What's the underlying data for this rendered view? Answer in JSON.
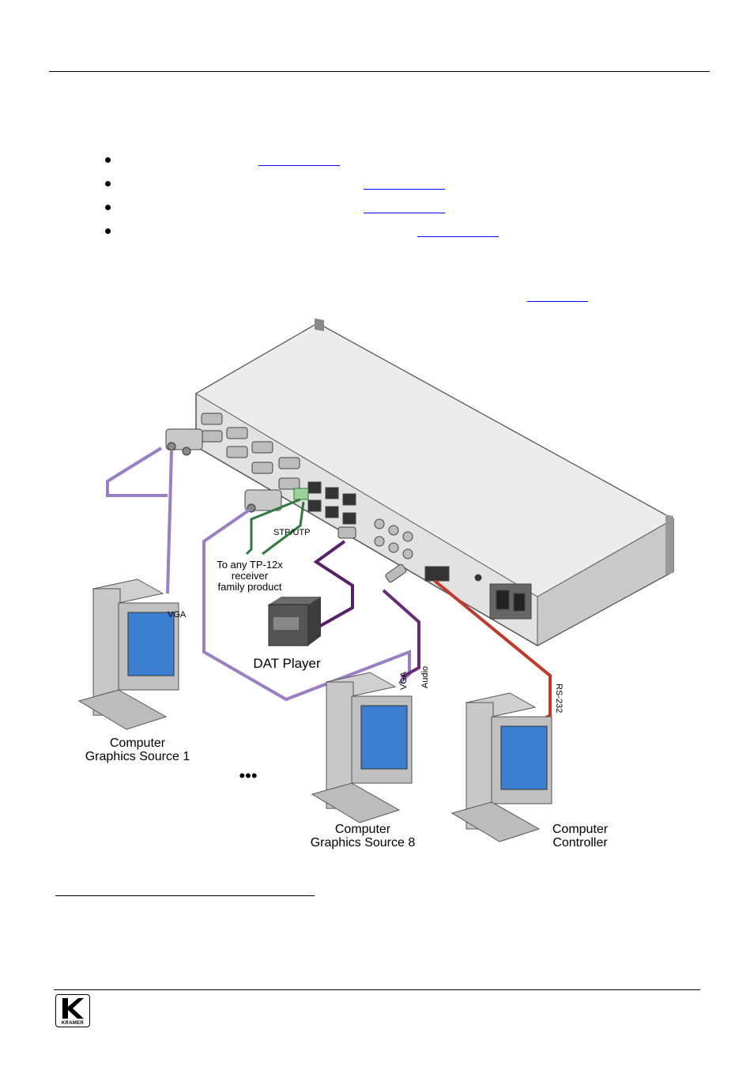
{
  "page": {
    "bullet_count": 4
  },
  "diagram": {
    "labels": {
      "vga_1": "VGA",
      "vga_8": "VGA",
      "audio": "Audio",
      "rs232": "RS-232",
      "stp_utp": "STP/UTP",
      "receiver_line1": "To any TP-12x",
      "receiver_line2": "receiver",
      "receiver_line3": "family product",
      "dat_player": "DAT Player",
      "ellipsis": "•••",
      "source1_line1": "Computer",
      "source1_line2": "Graphics Source 1",
      "source8_line1": "Computer",
      "source8_line2": "Graphics Source 8",
      "controller_line1": "Computer",
      "controller_line2": "Controller"
    },
    "colors": {
      "vga_cable_1": "#9a7fc4",
      "vga_cable_8": "#9a7fc4",
      "audio_cable": "#6a2a7a",
      "dat_cable": "#5a1f6a",
      "stp_cable": "#2e7a3a",
      "rs232_cable": "#c0392b",
      "device_body": "#d8d8d8",
      "device_dark": "#4a4a4a",
      "monitor_screen": "#3c7fd0"
    }
  },
  "footer": {
    "logo_text": "KRAMER"
  }
}
